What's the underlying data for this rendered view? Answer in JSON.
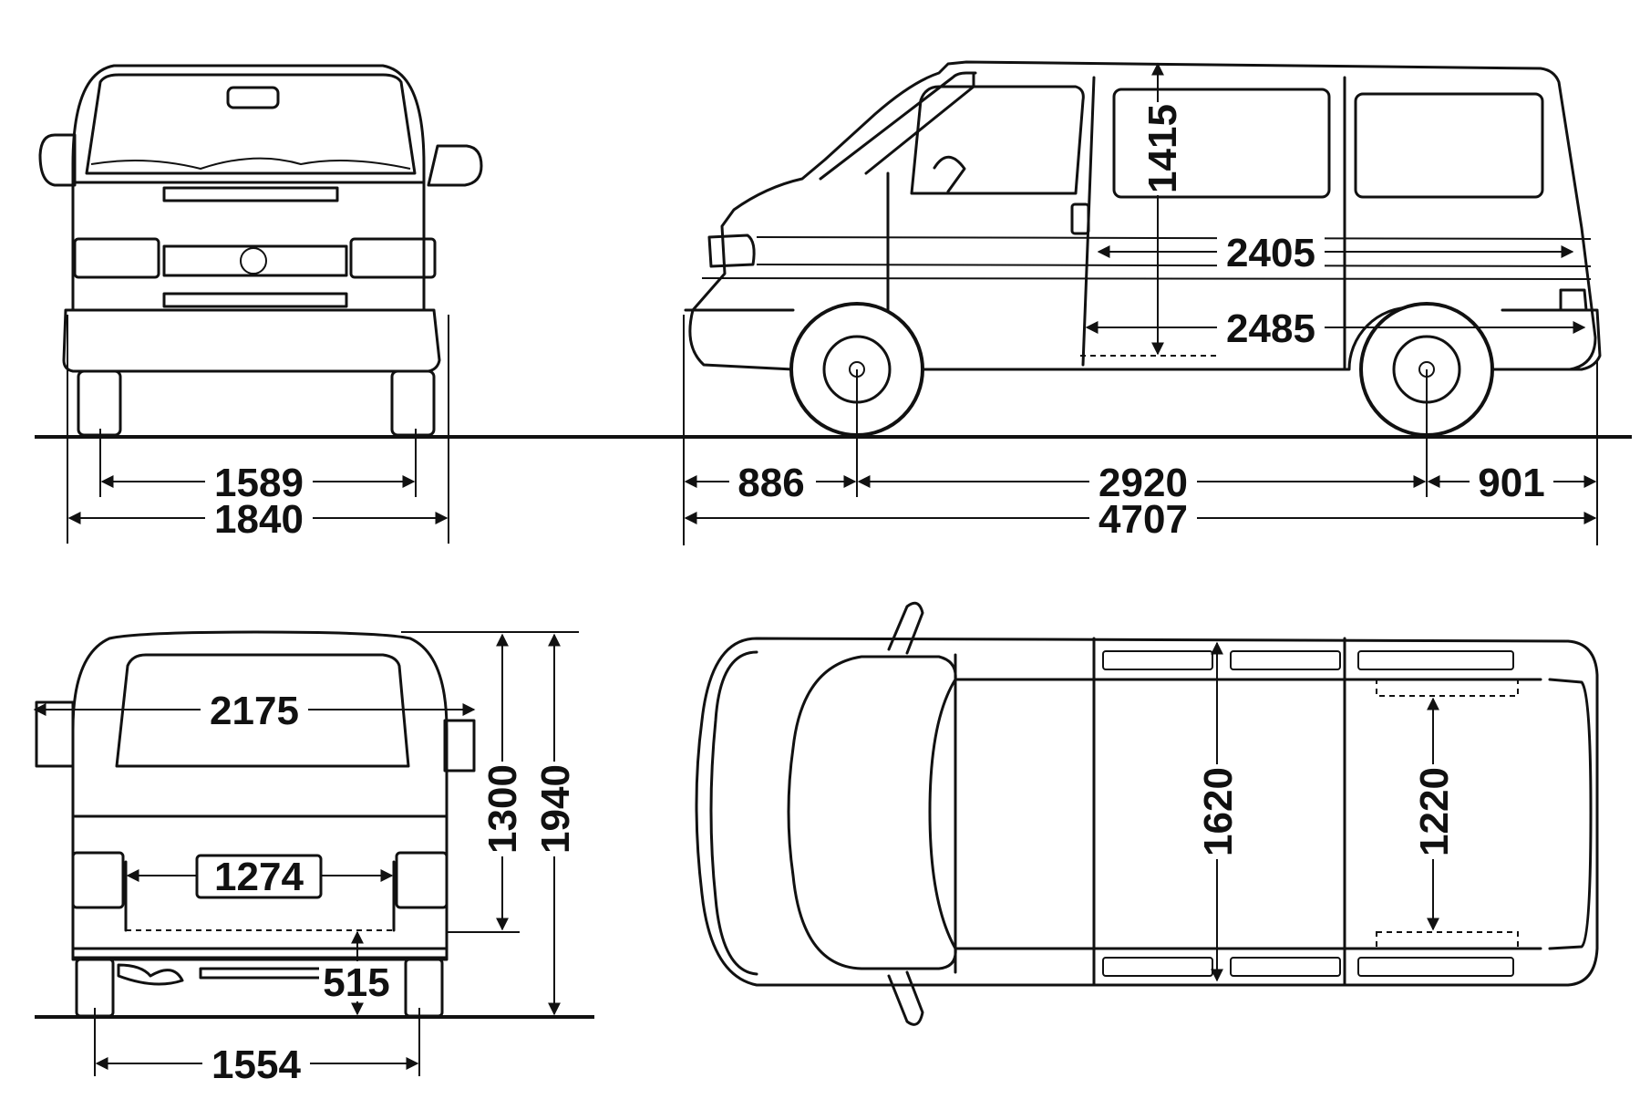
{
  "dimensions": {
    "front_track": "1589",
    "front_width": "1840",
    "front_overhang": "886",
    "wheelbase": "2920",
    "rear_overhang": "901",
    "overall_length": "4707",
    "interior_height": "1415",
    "cargo_length_upper": "2405",
    "cargo_length_lower": "2485",
    "mirror_width": "2175",
    "rear_opening_width": "1274",
    "rear_opening_height": "1300",
    "overall_height": "1940",
    "load_sill_height": "515",
    "rear_track": "1554",
    "interior_width": "1620",
    "width_between_arches": "1220"
  },
  "colors": {
    "line": "#111111",
    "background": "#ffffff"
  }
}
